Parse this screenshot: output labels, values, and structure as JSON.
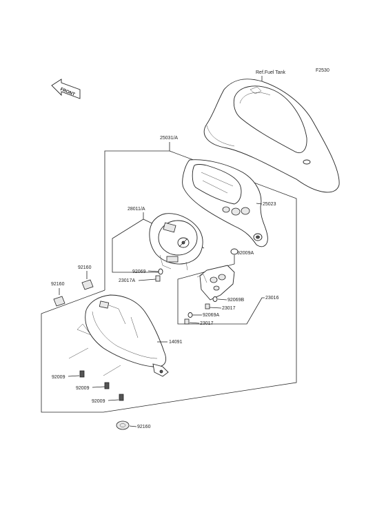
{
  "diagram": {
    "code": "F2530",
    "reference": "Ref.Fuel Tank",
    "front_label": "FRONT",
    "callouts": {
      "c25031A": "25031/A",
      "c25023": "25023",
      "c28011A": "28011/A",
      "c92009A_top": "92009A",
      "c92069_top": "92069",
      "c23017A": "23017A",
      "c23016": "23016",
      "c92069B": "92069B",
      "c23017_a": "23017",
      "c92069A": "92069A",
      "c23017_b": "23017",
      "c92160_a": "92160",
      "c92160_b": "92160",
      "c14091": "14091",
      "c92009_a": "92009",
      "c92009_b": "92009",
      "c92009_c": "92009",
      "c92160_bottom": "92160"
    }
  }
}
